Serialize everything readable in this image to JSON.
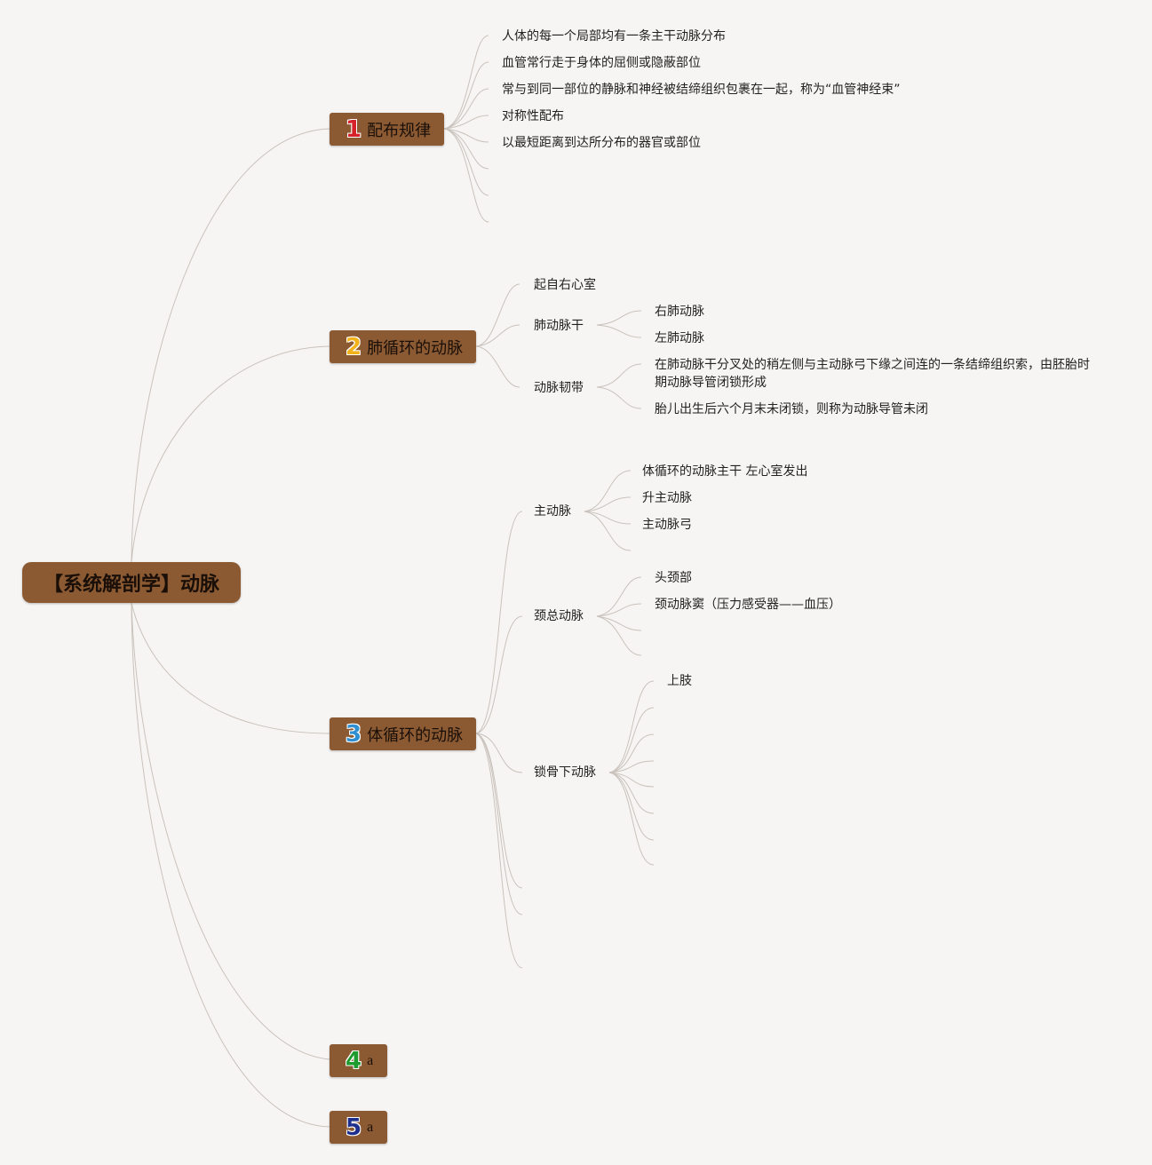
{
  "root": {
    "title": "【系统解剖学】动脉"
  },
  "topics": {
    "t1": {
      "num": "1",
      "num_color": "#d6202a",
      "label": "配布规律",
      "items": [
        "人体的每一个局部均有一条主干动脉分布",
        "血管常行走于身体的屈侧或隐蔽部位",
        "常与到同一部位的静脉和神经被结缔组织包裹在一起，称为“血管神经束”",
        "对称性配布",
        "以最短距离到达所分布的器官或部位"
      ]
    },
    "t2": {
      "num": "2",
      "num_color": "#f2b21c",
      "label": "肺循环的动脉",
      "items": {
        "a": "起自右心室",
        "b": "肺动脉干",
        "b1": "右肺动脉",
        "b2": "左肺动脉",
        "c": "动脉韧带",
        "c1": "在肺动脉干分叉处的稍左侧与主动脉弓下缘之间连的一条结缔组织索，由胚胎时期动脉导管闭锁形成",
        "c2": "胎儿出生后六个月末未闭锁，则称为动脉导管未闭"
      }
    },
    "t3": {
      "num": "3",
      "num_color": "#2f8fd0",
      "label": "体循环的动脉",
      "items": {
        "aorta": "主动脉",
        "aorta1": "体循环的动脉主干 左心室发出",
        "aorta2": "升主动脉",
        "aorta3": "主动脉弓",
        "carotid": "颈总动脉",
        "carotid1": "头颈部",
        "carotid2": "颈动脉窦（压力感受器——血压）",
        "subclavian": "锁骨下动脉",
        "subclavian1": "上肢"
      }
    },
    "t4": {
      "num": "4",
      "num_color": "#1e9b2e",
      "label": "a"
    },
    "t5": {
      "num": "5",
      "num_color": "#1d2e8c",
      "label": "a"
    }
  }
}
